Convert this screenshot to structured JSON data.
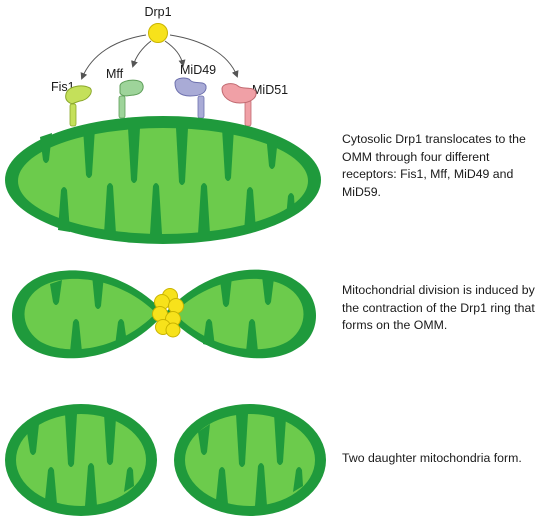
{
  "labels": {
    "drp1": "Drp1",
    "fis1": "Fis1",
    "mff": "Mff",
    "mid49": "MiD49",
    "mid51": "MiD51"
  },
  "captions": {
    "step1": "Cytosolic Drp1 translocates to the OMM through four different receptors: Fis1, Mff, MiD49 and MiD59.",
    "step2": "Mitochondrial division is induced by the contraction of the Drp1 ring that forms on the OMM.",
    "step3": "Two daughter mitochondria form."
  },
  "colors": {
    "outer_membrane": "#1f9a3c",
    "matrix": "#6ccb4c",
    "drp1": "#f7e21b",
    "fis1": "#c4e05a",
    "mff": "#9ed49a",
    "mid49": "#a9abd6",
    "mid51": "#f0a0a6"
  }
}
